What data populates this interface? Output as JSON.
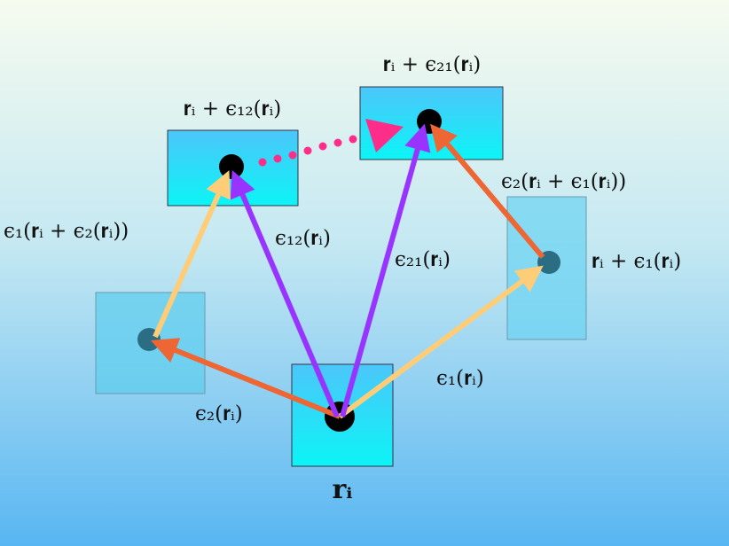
{
  "labels": {
    "top_right_box": "𝐫ᵢ + ϵ₂₁(𝐫ᵢ)",
    "top_left_box": "𝐫ᵢ + ϵ₁₂(𝐫ᵢ)",
    "left_path": "ϵ₁(𝐫ᵢ + ϵ₂(𝐫ᵢ))",
    "eps12": "ϵ₁₂(𝐫ᵢ)",
    "eps21": "ϵ₂₁(𝐫ᵢ)",
    "right_path": "ϵ₂(𝐫ᵢ + ϵ₁(𝐫ᵢ))",
    "right_box": "𝐫ᵢ + ϵ₁(𝐫ᵢ)",
    "eps1": "ϵ₁(𝐫ᵢ)",
    "eps2": "ϵ₂(𝐫ᵢ)",
    "origin": "𝐫ᵢ"
  },
  "colors": {
    "eps1_arrow": "#ffcc77",
    "eps2_arrow": "#ee6633",
    "commutator_arrow": "#9933ff",
    "difference_dotted": "#ff2d8a",
    "box_fill": "#33ddf8"
  }
}
